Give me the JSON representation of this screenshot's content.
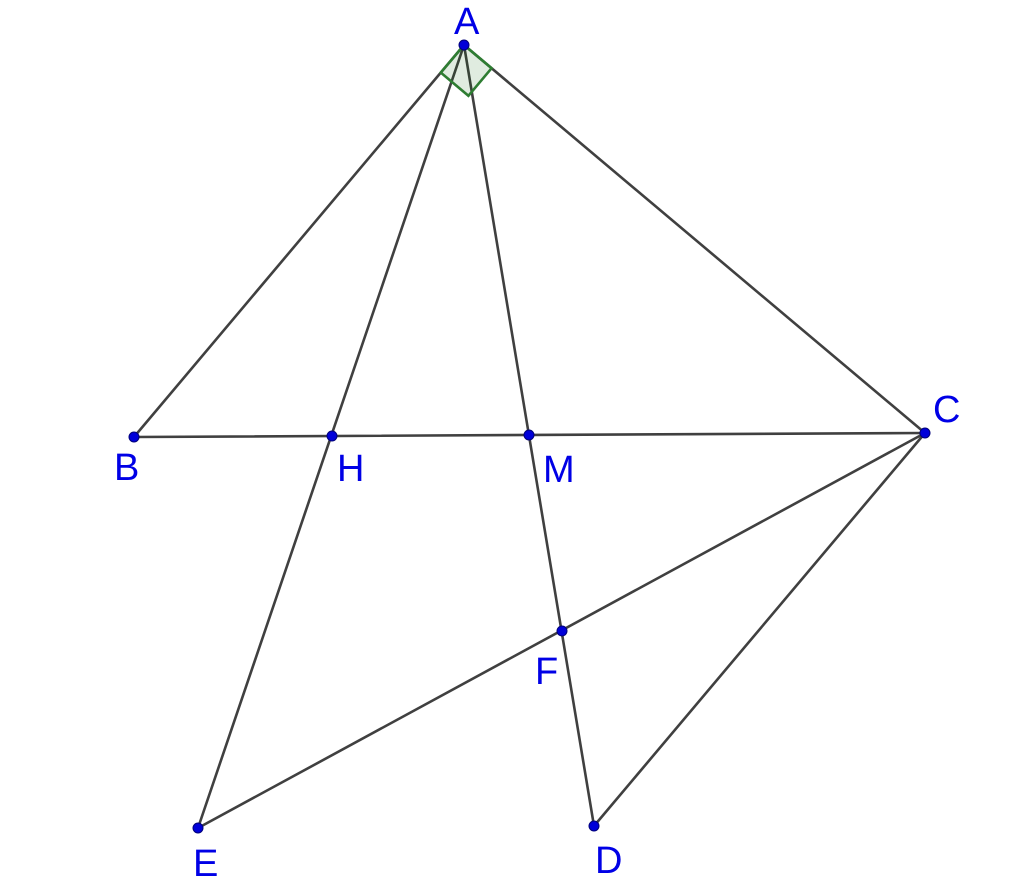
{
  "diagram": {
    "points": [
      {
        "id": "A",
        "label": "A"
      },
      {
        "id": "B",
        "label": "B"
      },
      {
        "id": "C",
        "label": "C"
      },
      {
        "id": "H",
        "label": "H"
      },
      {
        "id": "M",
        "label": "M"
      },
      {
        "id": "F",
        "label": "F"
      },
      {
        "id": "E",
        "label": "E"
      },
      {
        "id": "D",
        "label": "D"
      }
    ],
    "segments": [
      [
        "A",
        "B"
      ],
      [
        "A",
        "C"
      ],
      [
        "B",
        "C"
      ],
      [
        "A",
        "E"
      ],
      [
        "A",
        "D"
      ],
      [
        "C",
        "E"
      ],
      [
        "C",
        "D"
      ]
    ],
    "right_angle_at": "A",
    "colors": {
      "point": "#0000d9",
      "label": "#0000e6",
      "segment": "#404040",
      "right_angle_mark": "#2e7d32"
    }
  }
}
